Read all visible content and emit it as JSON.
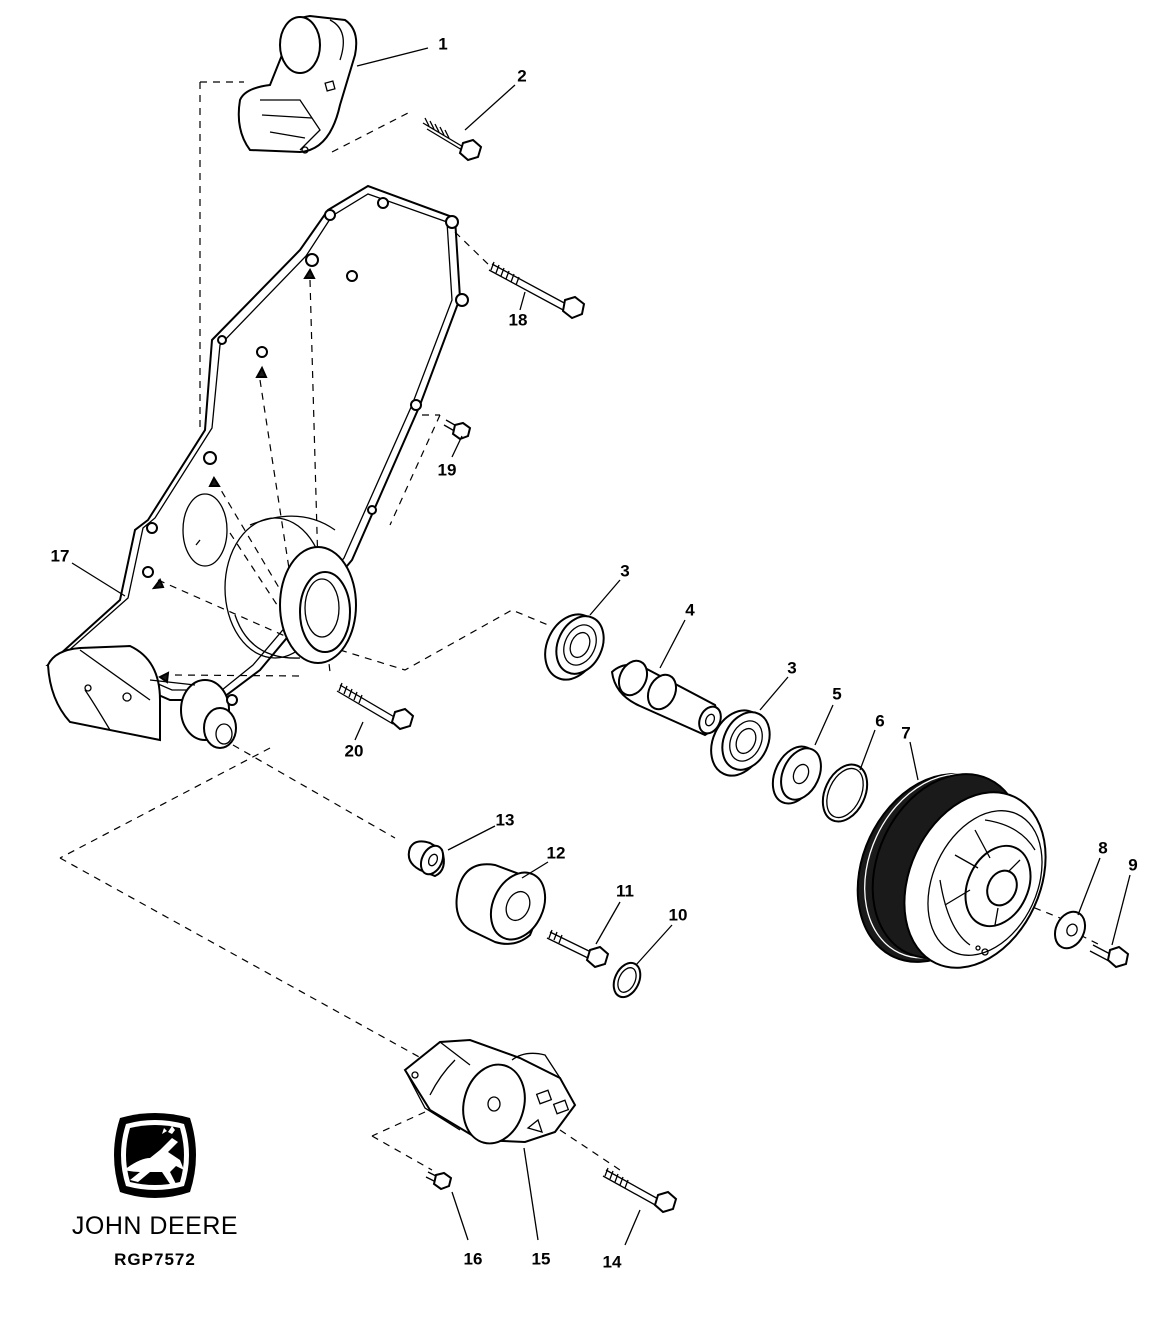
{
  "callouts": {
    "c1": "1",
    "c2": "2",
    "c3a": "3",
    "c3b": "3",
    "c4": "4",
    "c5": "5",
    "c6": "6",
    "c7": "7",
    "c8": "8",
    "c9": "9",
    "c10": "10",
    "c11": "11",
    "c12": "12",
    "c13": "13",
    "c14": "14",
    "c15": "15",
    "c16": "16",
    "c17": "17",
    "c18": "18",
    "c19": "19",
    "c20": "20"
  },
  "logo": {
    "brand_name": "JOHN DEERE",
    "figure_ref": "RGP7572"
  }
}
